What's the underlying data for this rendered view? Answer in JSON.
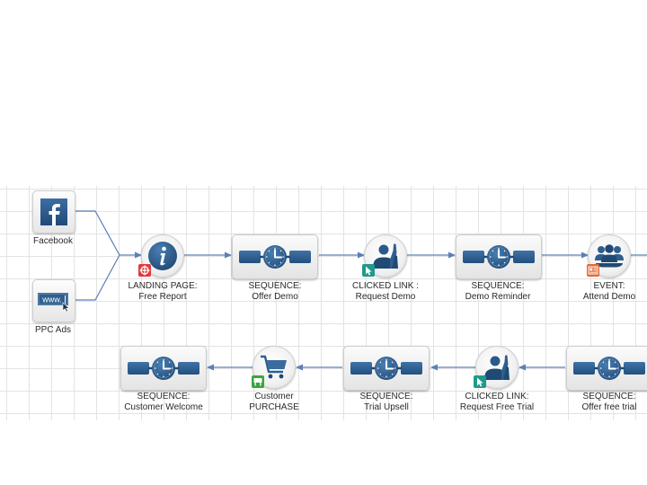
{
  "colors": {
    "icon_blue": "#2f5f8e",
    "icon_blue_dark": "#1f4a73",
    "connector": "#5b7fb8",
    "grid": "#e3e3e3",
    "badge_red": "#e0393e",
    "badge_teal": "#1f9a8c",
    "badge_orange": "#e36a35",
    "badge_green": "#3aa53a"
  },
  "sources": [
    {
      "id": "facebook",
      "label": "Facebook",
      "icon": "facebook-icon"
    },
    {
      "id": "ppc",
      "label": "PPC Ads",
      "icon": "www-icon"
    }
  ],
  "top_row": [
    {
      "id": "landing",
      "type": "circle",
      "icon": "info-icon",
      "badge": "target-icon",
      "line1": "LANDING PAGE:",
      "line2": "Free Report"
    },
    {
      "id": "seq-offer-demo",
      "type": "sequence",
      "icon": "sequence-timer-icon",
      "line1": "SEQUENCE:",
      "line2": "Offer Demo"
    },
    {
      "id": "clicked-request-demo",
      "type": "circle",
      "icon": "person-raised-hand-icon",
      "badge": "cursor-icon",
      "line1": "CLICKED LINK :",
      "line2": "Request Demo"
    },
    {
      "id": "seq-demo-reminder",
      "type": "sequence",
      "icon": "sequence-timer-icon",
      "line1": "SEQUENCE:",
      "line2": "Demo Reminder"
    },
    {
      "id": "event-attend-demo",
      "type": "circle",
      "icon": "group-icon",
      "badge": "id-card-icon",
      "line1": "EVENT:",
      "line2": "Attend Demo"
    }
  ],
  "bottom_row": [
    {
      "id": "seq-customer-welcome",
      "type": "sequence",
      "icon": "sequence-timer-icon",
      "line1": "SEQUENCE:",
      "line2": "Customer Welcome"
    },
    {
      "id": "customer-purchase",
      "type": "circle",
      "icon": "shopping-cart-icon",
      "badge": "register-icon",
      "line1": "Customer",
      "line2": "PURCHASE"
    },
    {
      "id": "seq-trial-upsell",
      "type": "sequence",
      "icon": "sequence-timer-icon",
      "line1": "SEQUENCE:",
      "line2": "Trial Upsell"
    },
    {
      "id": "clicked-request-free-trial",
      "type": "circle",
      "icon": "person-raised-hand-icon",
      "badge": "cursor-icon",
      "line1": "CLICKED LINK:",
      "line2": "Request Free Trial"
    },
    {
      "id": "seq-offer-free-trial",
      "type": "sequence",
      "icon": "sequence-timer-icon",
      "line1": "SEQUENCE:",
      "line2": "Offer free trial"
    }
  ]
}
